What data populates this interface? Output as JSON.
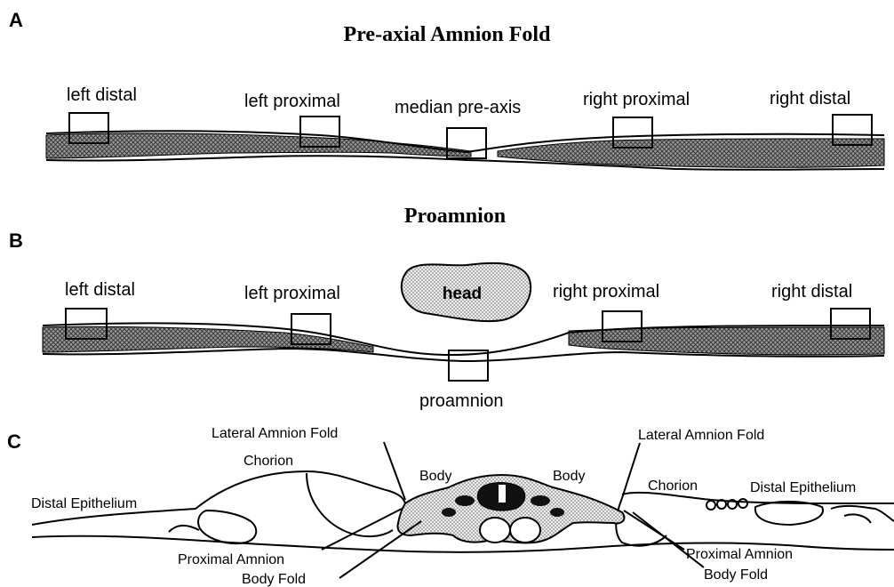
{
  "panel_a": {
    "letter": "A",
    "title": "Pre-axial Amnion Fold",
    "labels": {
      "left_distal": "left distal",
      "left_proximal": "left proximal",
      "median": "median pre-axis",
      "right_proximal": "right proximal",
      "right_distal": "right distal"
    }
  },
  "panel_b": {
    "letter": "B",
    "title": "Proamnion",
    "labels": {
      "left_distal": "left distal",
      "left_proximal": "left proximal",
      "head": "head",
      "right_proximal": "right proximal",
      "right_distal": "right distal",
      "proamnion": "proamnion"
    }
  },
  "panel_c": {
    "letter": "C",
    "labels": {
      "lateral_left": "Lateral Amnion Fold",
      "lateral_right": "Lateral Amnion Fold",
      "chorion_left": "Chorion",
      "chorion_right": "Chorion",
      "distal_left": "Distal Epithelium",
      "distal_right": "Distal Epithelium",
      "body_left": "Body",
      "body_right": "Body",
      "prox_left": "Proximal Amnion",
      "prox_right": "Proximal Amnion",
      "fold_left": "Body Fold",
      "fold_right": "Body Fold"
    }
  }
}
